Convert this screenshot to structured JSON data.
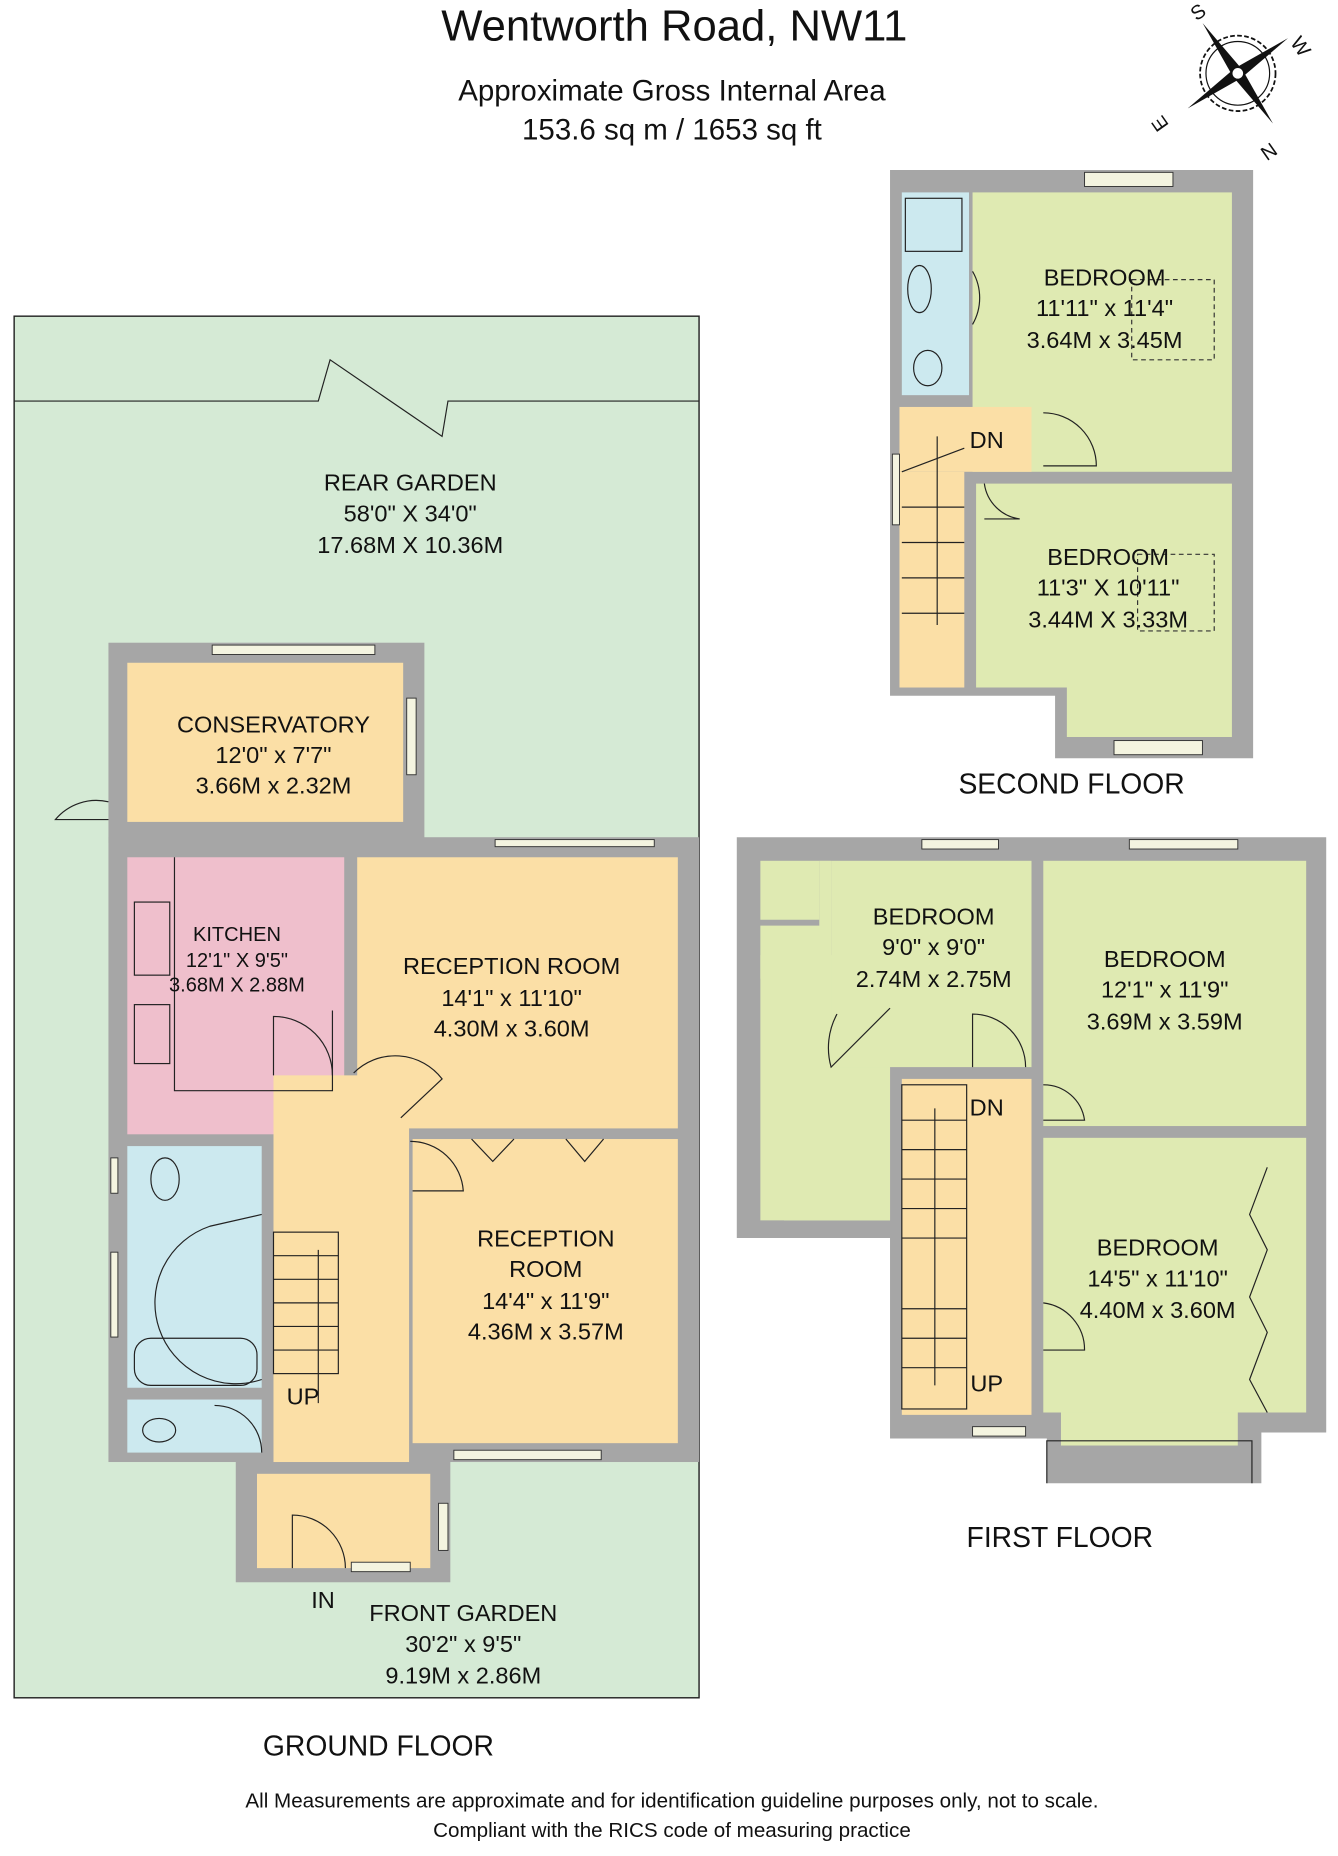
{
  "header": {
    "title": "Wentworth Road, NW11",
    "subtitle": "Approximate Gross Internal Area",
    "area": "153.6 sq m / 1653 sq ft"
  },
  "compass": {
    "n": "N",
    "s": "S",
    "e": "E",
    "w": "W"
  },
  "ground_floor": {
    "label": "GROUND FLOOR",
    "rear_garden": {
      "name": "REAR GARDEN",
      "imperial": "58'0\" X 34'0\"",
      "metric": "17.68M X 10.36M"
    },
    "conservatory": {
      "name": "CONSERVATORY",
      "imperial": "12'0\" x 7'7\"",
      "metric": "3.66M x 2.32M"
    },
    "kitchen": {
      "name": "KITCHEN",
      "imperial": "12'1\" X 9'5\"",
      "metric": "3.68M X 2.88M"
    },
    "reception_1": {
      "name": "RECEPTION ROOM",
      "imperial": "14'1\" x 11'10\"",
      "metric": "4.30M x 3.60M"
    },
    "reception_2": {
      "name_1": "RECEPTION",
      "name_2": "ROOM",
      "imperial": "14'4\" x 11'9\"",
      "metric": "4.36M x 3.57M"
    },
    "front_garden": {
      "name": "FRONT GARDEN",
      "imperial": "30'2\" x 9'5\"",
      "metric": "9.19M x 2.86M"
    },
    "up": "UP",
    "in": "IN"
  },
  "first_floor": {
    "label": "FIRST FLOOR",
    "bedroom_a": {
      "name": "BEDROOM",
      "imperial": "9'0\" x 9'0\"",
      "metric": "2.74M x 2.75M"
    },
    "bedroom_b": {
      "name": "BEDROOM",
      "imperial": "12'1\" x 11'9\"",
      "metric": "3.69M x 3.59M"
    },
    "bedroom_c": {
      "name": "BEDROOM",
      "imperial": "14'5\" x 11'10\"",
      "metric": "4.40M x 3.60M"
    },
    "dn": "DN",
    "up": "UP"
  },
  "second_floor": {
    "label": "SECOND FLOOR",
    "bedroom_a": {
      "name": "BEDROOM",
      "imperial": "11'11\" x 11'4\"",
      "metric": "3.64M x 3.45M"
    },
    "bedroom_b": {
      "name": "BEDROOM",
      "imperial": "11'3\" X 10'11\"",
      "metric": "3.44M X 3.33M"
    },
    "dn": "DN"
  },
  "footer": {
    "line1": "All Measurements are approximate and for identification guideline purposes only, not to scale.",
    "line2": "Compliant with the RICS code of measuring practice"
  }
}
